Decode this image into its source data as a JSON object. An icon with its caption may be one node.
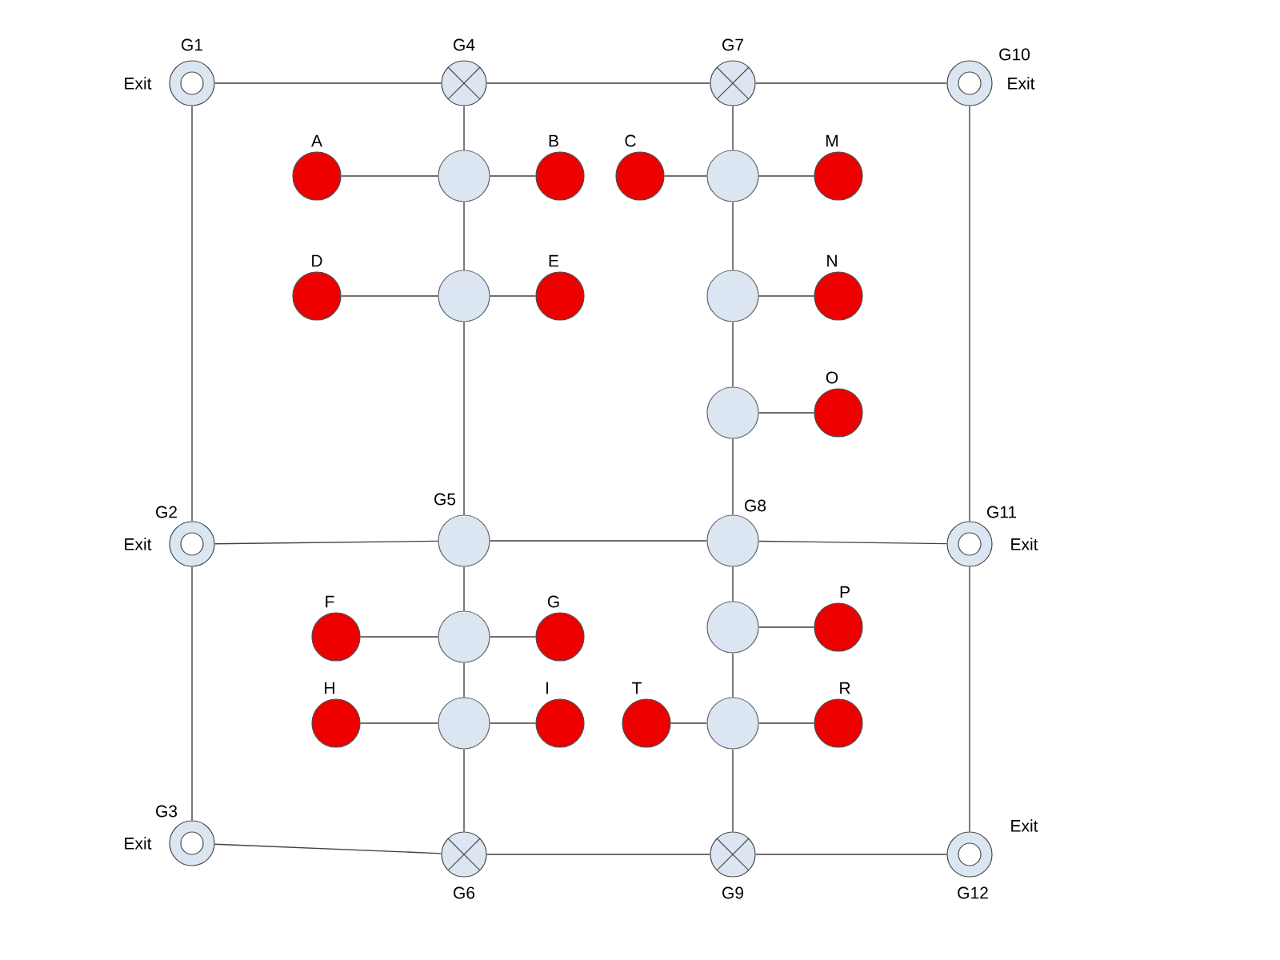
{
  "diagram": {
    "nodes": [
      {
        "text": [
          "G1"
        ],
        "beside": [
          "Exit"
        ]
      },
      {
        "text": [
          "G4"
        ]
      },
      {
        "text": [
          "G7"
        ]
      },
      {
        "text": [
          "G10"
        ],
        "beside": [
          "Exit"
        ]
      },
      {
        "text": [
          "A"
        ]
      },
      {
        "text": [],
        "shape": "circle"
      },
      {
        "text": [
          "B"
        ]
      },
      {
        "text": [
          "C"
        ]
      },
      {
        "text": [],
        "shape": "circle"
      },
      {
        "text": [
          "M"
        ]
      },
      {
        "text": [
          "D"
        ]
      },
      {
        "text": [],
        "shape": "circle"
      },
      {
        "text": [
          "E"
        ]
      },
      {
        "text": [],
        "shape": "circle"
      },
      {
        "text": [
          "N"
        ]
      },
      {
        "text": [],
        "shape": "circle"
      },
      {
        "text": [
          "O"
        ]
      },
      {
        "text": [
          "G2"
        ],
        "beside": [
          "Exit"
        ]
      },
      {
        "text": [
          "G5"
        ]
      },
      {
        "text": [
          "G8"
        ]
      },
      {
        "text": [
          "G11"
        ],
        "beside": [
          "Exit"
        ]
      },
      {
        "text": [
          "F"
        ]
      },
      {
        "text": [],
        "shape": "circle"
      },
      {
        "text": [
          "G"
        ]
      },
      {
        "text": [],
        "shape": "circle"
      },
      {
        "text": [
          "P"
        ]
      },
      {
        "text": [
          "H"
        ]
      },
      {
        "text": [],
        "shape": "circle"
      },
      {
        "text": [
          "I"
        ]
      },
      {
        "text": [
          "T"
        ]
      },
      {
        "text": [],
        "shape": "circle"
      },
      {
        "text": [
          "R"
        ]
      },
      {
        "text": [
          "G3"
        ],
        "beside": [
          "Exit"
        ]
      },
      {
        "text": [
          "G6"
        ]
      },
      {
        "text": [
          "G9"
        ]
      },
      {
        "text": [
          "G12"
        ],
        "beside": [
          "Exit"
        ]
      }
    ],
    "edges": [
      {
        "from": 0,
        "to": 1,
        "arrow": "none"
      },
      {
        "from": 1,
        "to": 2,
        "arrow": "none"
      },
      {
        "from": 2,
        "to": 3,
        "arrow": "none"
      },
      {
        "from": 0,
        "to": 17,
        "arrow": "none"
      },
      {
        "from": 17,
        "to": 32,
        "arrow": "none"
      },
      {
        "from": 3,
        "to": 20,
        "arrow": "none"
      },
      {
        "from": 20,
        "to": 35,
        "arrow": "none"
      },
      {
        "from": 1,
        "to": 5,
        "arrow": "none"
      },
      {
        "from": 5,
        "to": 11,
        "arrow": "none"
      },
      {
        "from": 11,
        "to": 18,
        "arrow": "none"
      },
      {
        "from": 18,
        "to": 22,
        "arrow": "none"
      },
      {
        "from": 22,
        "to": 27,
        "arrow": "none"
      },
      {
        "from": 27,
        "to": 33,
        "arrow": "none"
      },
      {
        "from": 2,
        "to": 8,
        "arrow": "none"
      },
      {
        "from": 8,
        "to": 13,
        "arrow": "none"
      },
      {
        "from": 13,
        "to": 15,
        "arrow": "none"
      },
      {
        "from": 15,
        "to": 19,
        "arrow": "none"
      },
      {
        "from": 19,
        "to": 24,
        "arrow": "none"
      },
      {
        "from": 24,
        "to": 30,
        "arrow": "none"
      },
      {
        "from": 30,
        "to": 34,
        "arrow": "none"
      },
      {
        "from": 17,
        "to": 18,
        "arrow": "none"
      },
      {
        "from": 18,
        "to": 19,
        "arrow": "none"
      },
      {
        "from": 19,
        "to": 20,
        "arrow": "none"
      },
      {
        "from": 32,
        "to": 33,
        "arrow": "none"
      },
      {
        "from": 33,
        "to": 34,
        "arrow": "none"
      },
      {
        "from": 34,
        "to": 35,
        "arrow": "none"
      },
      {
        "from": 4,
        "to": 5,
        "arrow": "none"
      },
      {
        "from": 5,
        "to": 6,
        "arrow": "none"
      },
      {
        "from": 7,
        "to": 8,
        "arrow": "none"
      },
      {
        "from": 8,
        "to": 9,
        "arrow": "none"
      },
      {
        "from": 10,
        "to": 11,
        "arrow": "none"
      },
      {
        "from": 11,
        "to": 12,
        "arrow": "none"
      },
      {
        "from": 13,
        "to": 14,
        "arrow": "none"
      },
      {
        "from": 15,
        "to": 16,
        "arrow": "none"
      },
      {
        "from": 21,
        "to": 22,
        "arrow": "none"
      },
      {
        "from": 22,
        "to": 23,
        "arrow": "none"
      },
      {
        "from": 24,
        "to": 25,
        "arrow": "none"
      },
      {
        "from": 26,
        "to": 27,
        "arrow": "none"
      },
      {
        "from": 27,
        "to": 28,
        "arrow": "none"
      },
      {
        "from": 29,
        "to": 30,
        "arrow": "none"
      },
      {
        "from": 30,
        "to": 31,
        "arrow": "none"
      }
    ]
  }
}
